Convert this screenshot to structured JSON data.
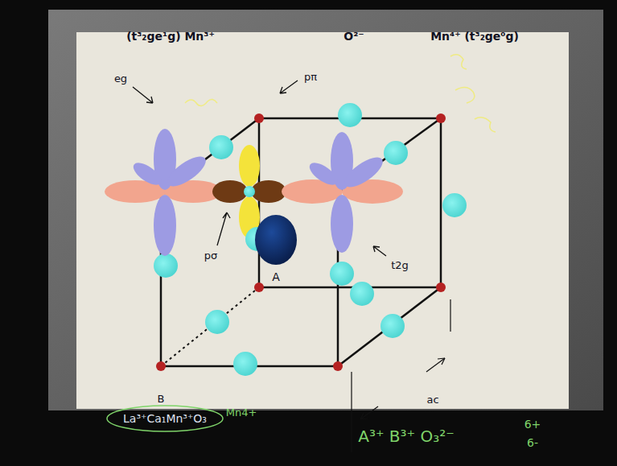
{
  "diagram": {
    "labels": [
      "(t³₂ge¹g) Mn³⁺",
      "O²⁻",
      "Mn⁴⁺ (t³₂ge⁰g)",
      "eg",
      "pπ",
      "pσ",
      "A",
      "t2g",
      "B",
      "ac",
      "La³⁺Ca₁Mn³⁺O₃",
      "Mn4+",
      "A³⁺ B³⁺ O₃²⁻",
      "6+",
      "6-"
    ]
  }
}
